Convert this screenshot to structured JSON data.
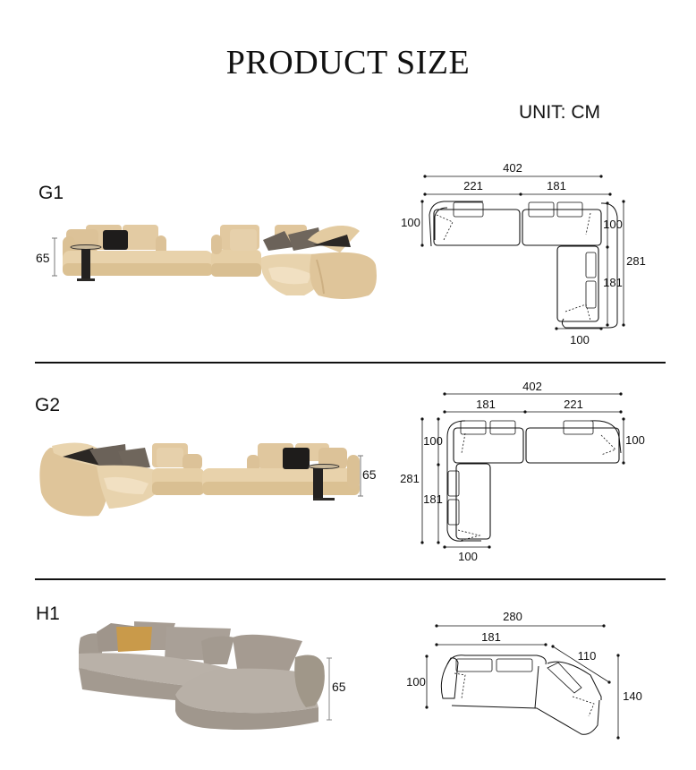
{
  "header": {
    "title": "PRODUCT SIZE",
    "unit": "UNIT: CM"
  },
  "colors": {
    "beige_sofa": "#e6cfa8",
    "beige_shadow": "#cfb285",
    "grey_sofa": "#a89f96",
    "grey_shadow": "#8d847b",
    "dark_pillow": "#1e1c1b",
    "brown_pillow": "#6b6259",
    "mustard_pillow": "#c99a4a",
    "line": "#111111"
  },
  "products": [
    {
      "code": "G1",
      "height_label": "65",
      "plan": {
        "overall_width": "402",
        "left_width": "221",
        "right_width": "181",
        "left_depth": "100",
        "right_depth": "100",
        "chaise_length": "181",
        "overall_depth": "281",
        "chaise_width": "100"
      }
    },
    {
      "code": "G2",
      "height_label": "65",
      "plan": {
        "overall_width": "402",
        "left_width": "181",
        "right_width": "221",
        "left_depth": "100",
        "right_depth": "100",
        "chaise_length": "181",
        "overall_depth": "281",
        "chaise_width": "100"
      }
    },
    {
      "code": "H1",
      "height_label": "65",
      "plan": {
        "overall_width": "280",
        "straight_width": "181",
        "angled_width": "110",
        "depth": "100",
        "overall_depth": "140"
      }
    }
  ]
}
